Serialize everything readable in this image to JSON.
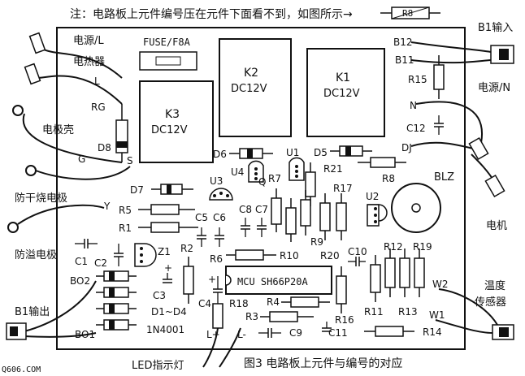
{
  "note": "注：电路板上元件编号压在元件下面看不到，如图所示→",
  "note_example_label": "R8",
  "board": {
    "fuse": "FUSE/F8A",
    "relays": [
      {
        "name": "K3",
        "rating": "DC12V"
      },
      {
        "name": "K2",
        "rating": "DC12V"
      },
      {
        "name": "K1",
        "rating": "DC12V"
      }
    ],
    "mcu": "MCU SH66P20A",
    "buzzer": "BLZ",
    "diode_group": "D1~D4",
    "diode_part": "1N4001",
    "labels": {
      "D8": "D8",
      "S": "S",
      "D6": "D6",
      "U1": "U1",
      "D5": "D5",
      "DJ": "DJ",
      "U3": "U3",
      "U4": "U4",
      "Q": "Q",
      "R7": "R7",
      "R21": "R21",
      "R8": "R8",
      "D7": "D7",
      "R17": "R17",
      "U2": "U2",
      "R5": "R5",
      "R1": "R1",
      "C5": "C5",
      "C6": "C6",
      "C8": "C8",
      "C7": "C7",
      "R9": "R9",
      "C1": "C1",
      "C2": "C2",
      "Z1": "Z1",
      "R2": "R2",
      "R6": "R6",
      "R10": "R10",
      "R20": "R20",
      "C10": "C10",
      "R12": "R12",
      "R19": "R19",
      "C3": "C3",
      "C4": "C4",
      "R18": "R18",
      "R4": "R4",
      "R3": "R3",
      "C9": "C9",
      "R16": "R16",
      "C11": "C11",
      "R11": "R11",
      "R13": "R13",
      "R14": "R14",
      "R15": "R15",
      "C12": "C12",
      "BO2": "BO2",
      "BO1": "BO1",
      "W1": "W1",
      "W2": "W2",
      "L": "L",
      "RG": "RG",
      "G": "G",
      "Y": "Y",
      "N": "N",
      "B12": "B12",
      "B11": "B11",
      "L+": "L+",
      "L-": "L-"
    }
  },
  "external": {
    "power_l": "电源/L",
    "heater": "电热器",
    "shell": "电极壳",
    "dry_burn": "防干烧电极",
    "overflow": "防溢电极",
    "b1_out": "B1输出",
    "b1_in": "B1输入",
    "power_n": "电源/N",
    "motor": "电机",
    "temp_sensor_line1": "温度",
    "temp_sensor_line2": "传感器",
    "led": "LED指示灯"
  },
  "caption": "图3  电路板上元件与编号的对应",
  "watermark": "Q606.COM"
}
